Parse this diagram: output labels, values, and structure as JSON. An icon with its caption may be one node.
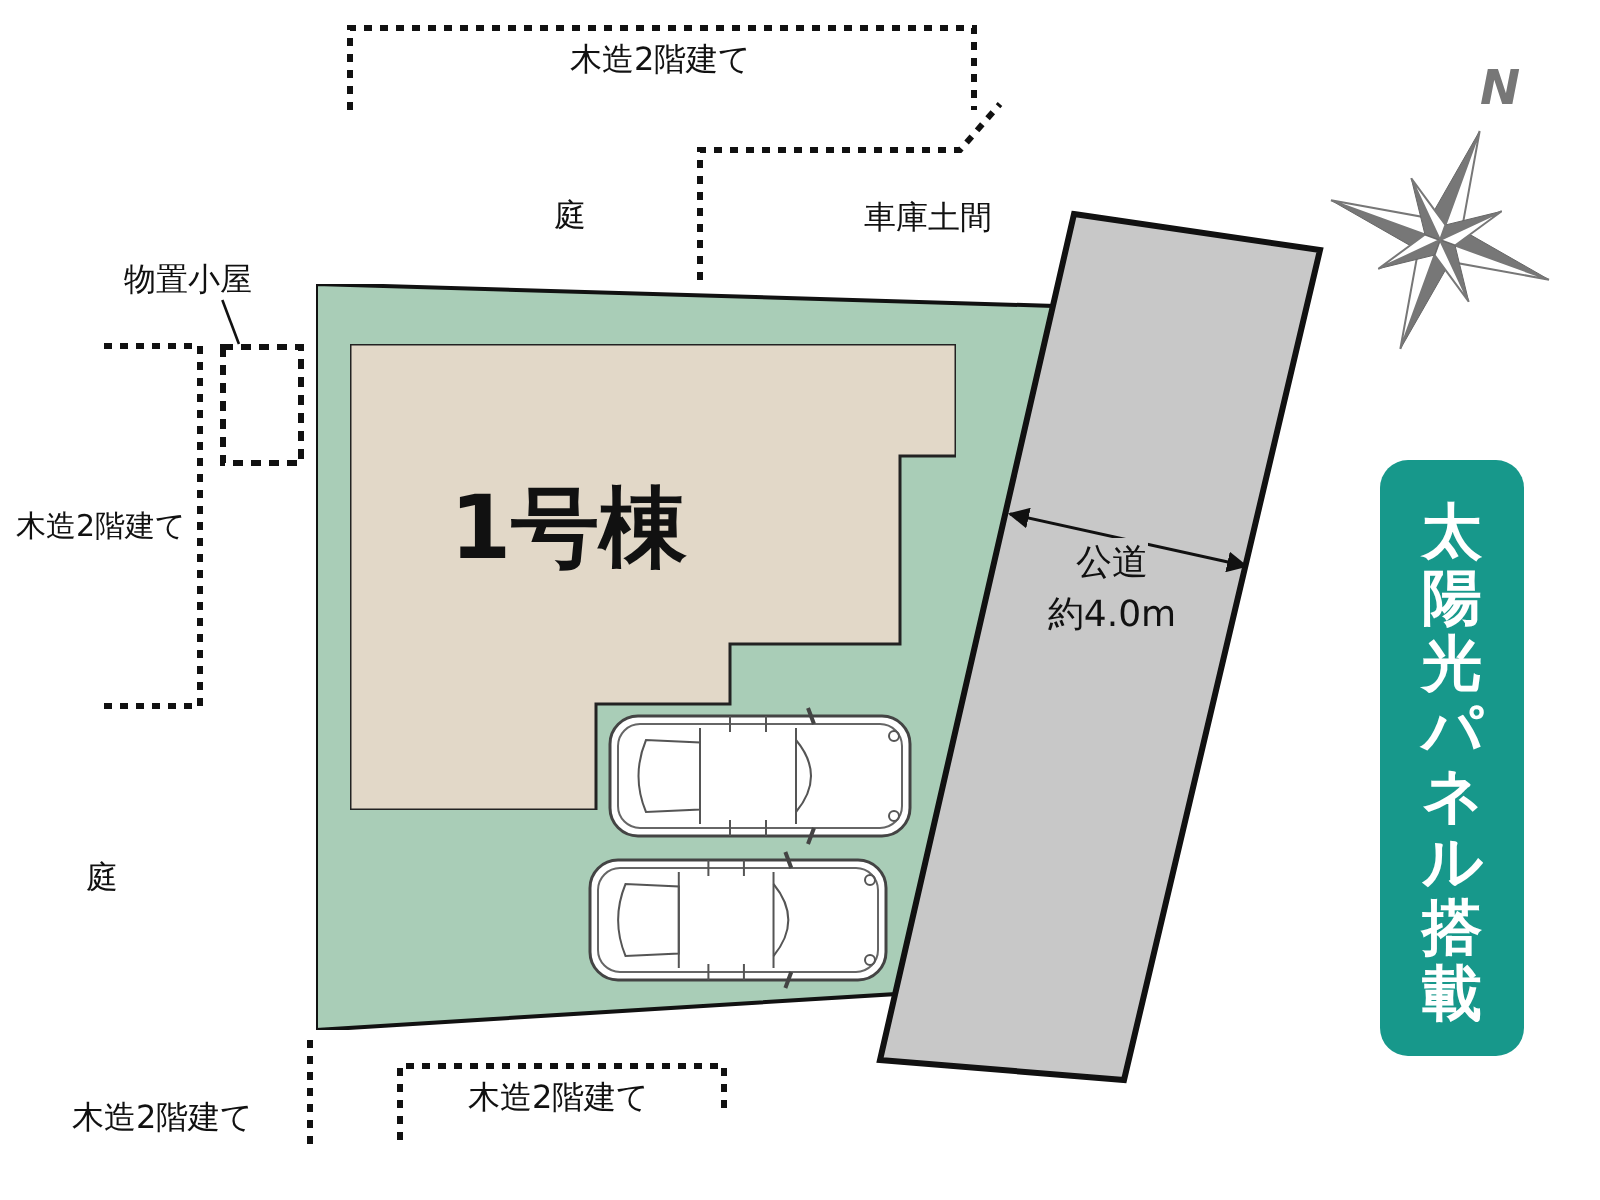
{
  "diagram": {
    "nodes": [
      {
        "text": [
          "物置小屋"
        ]
      },
      {
        "text": [],
        "shape": "box"
      },
      {
        "text": [],
        "shape": "box"
      },
      {
        "text": [
          "1号棟"
        ],
        "in": 2
      },
      {
        "text": [
          "公道",
          "約4.0m"
        ]
      },
      {
        "text": [
          "太陽光パネル搭載"
        ]
      }
    ],
    "edges": [
      {
        "from": 0,
        "to": 1,
        "arrow": "none"
      }
    ],
    "labels": [
      "木造2階建て",
      "庭",
      "車庫土間",
      "木造2階建て",
      "庭",
      "木造2階建て",
      "木造2階建て",
      "N"
    ]
  }
}
